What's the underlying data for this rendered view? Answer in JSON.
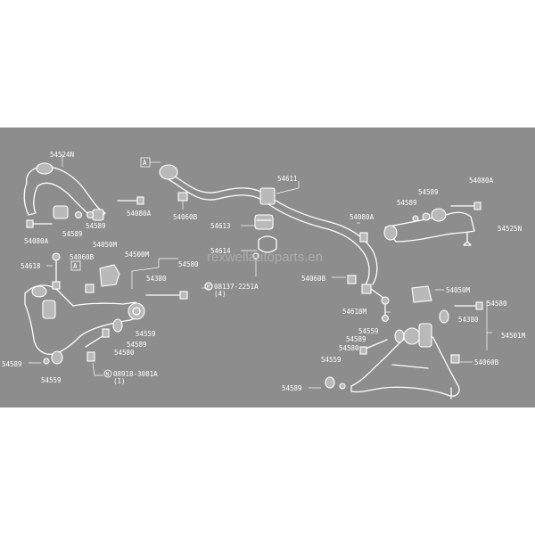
{
  "watermark": "rexwellautoparts.en",
  "labels": {
    "l54524N": "54524N",
    "l54611": "54611",
    "l54080A_left": "54080A",
    "l54589_left_top": "54589",
    "l54080A_left_bottom": "54080A",
    "l54589_left_mid": "54589",
    "l54060B_center": "54060B",
    "l54613": "54613",
    "l54614": "54614",
    "l54618": "54618",
    "l54060B_left": "54060B",
    "l54050M_left": "54050M",
    "l54500M": "54500M",
    "l54580_left": "54580",
    "l54380_left": "54380",
    "l54559_left": "54559",
    "l54589_left_low": "54589",
    "l54580_left_low": "54580",
    "l54589_far_left": "54589",
    "l54559_far_left": "54559",
    "l08918": "08918-3081A",
    "l08918_qty": "(1)",
    "l08137": "08137-2251A",
    "l08137_qty": "(4)",
    "l54060B_right_mid": "54060B",
    "l54589_right_top": "54589",
    "l54589_right_top2": "54589",
    "l54080A_right_top": "54080A",
    "l54080A_right": "54080A",
    "l54525N": "54525N",
    "l54618M": "54618M",
    "l54050M_right": "54050M",
    "l54580_right": "54580",
    "l54380_right": "54380",
    "l54501M": "54501M",
    "l54559_right": "54559",
    "l54589_right_mid": "54589",
    "l54580_right_mid": "54580",
    "l54060B_right": "54060B",
    "l54559_right_low": "54559",
    "l54589_right_low": "54589",
    "callout_a1": "A",
    "callout_a2": "A"
  }
}
